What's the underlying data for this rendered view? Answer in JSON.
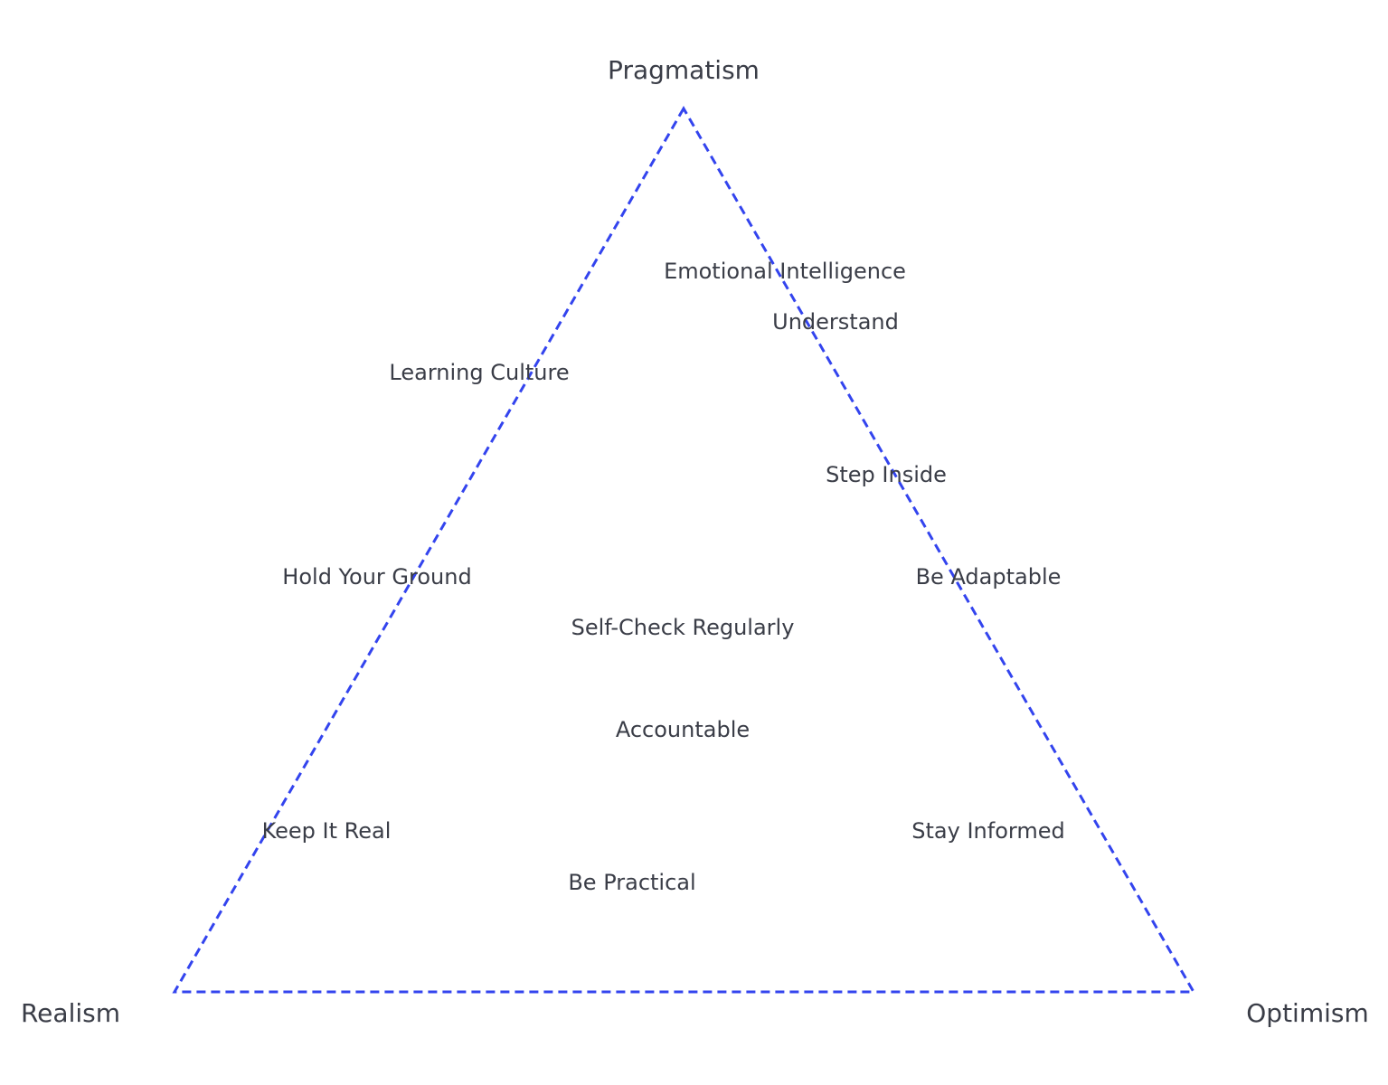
{
  "diagram": {
    "vertices": {
      "top": "Pragmatism",
      "left": "Realism",
      "right": "Optimism"
    },
    "outline_color": "#3344ee",
    "text_color": "#3a3d47",
    "items": [
      "Emotional Intelligence",
      "Understand",
      "Learning Culture",
      "Step Inside",
      "Hold Your Ground",
      "Be Adaptable",
      "Self-Check Regularly",
      "Accountable",
      "Keep It Real",
      "Stay Informed",
      "Be Practical"
    ]
  }
}
